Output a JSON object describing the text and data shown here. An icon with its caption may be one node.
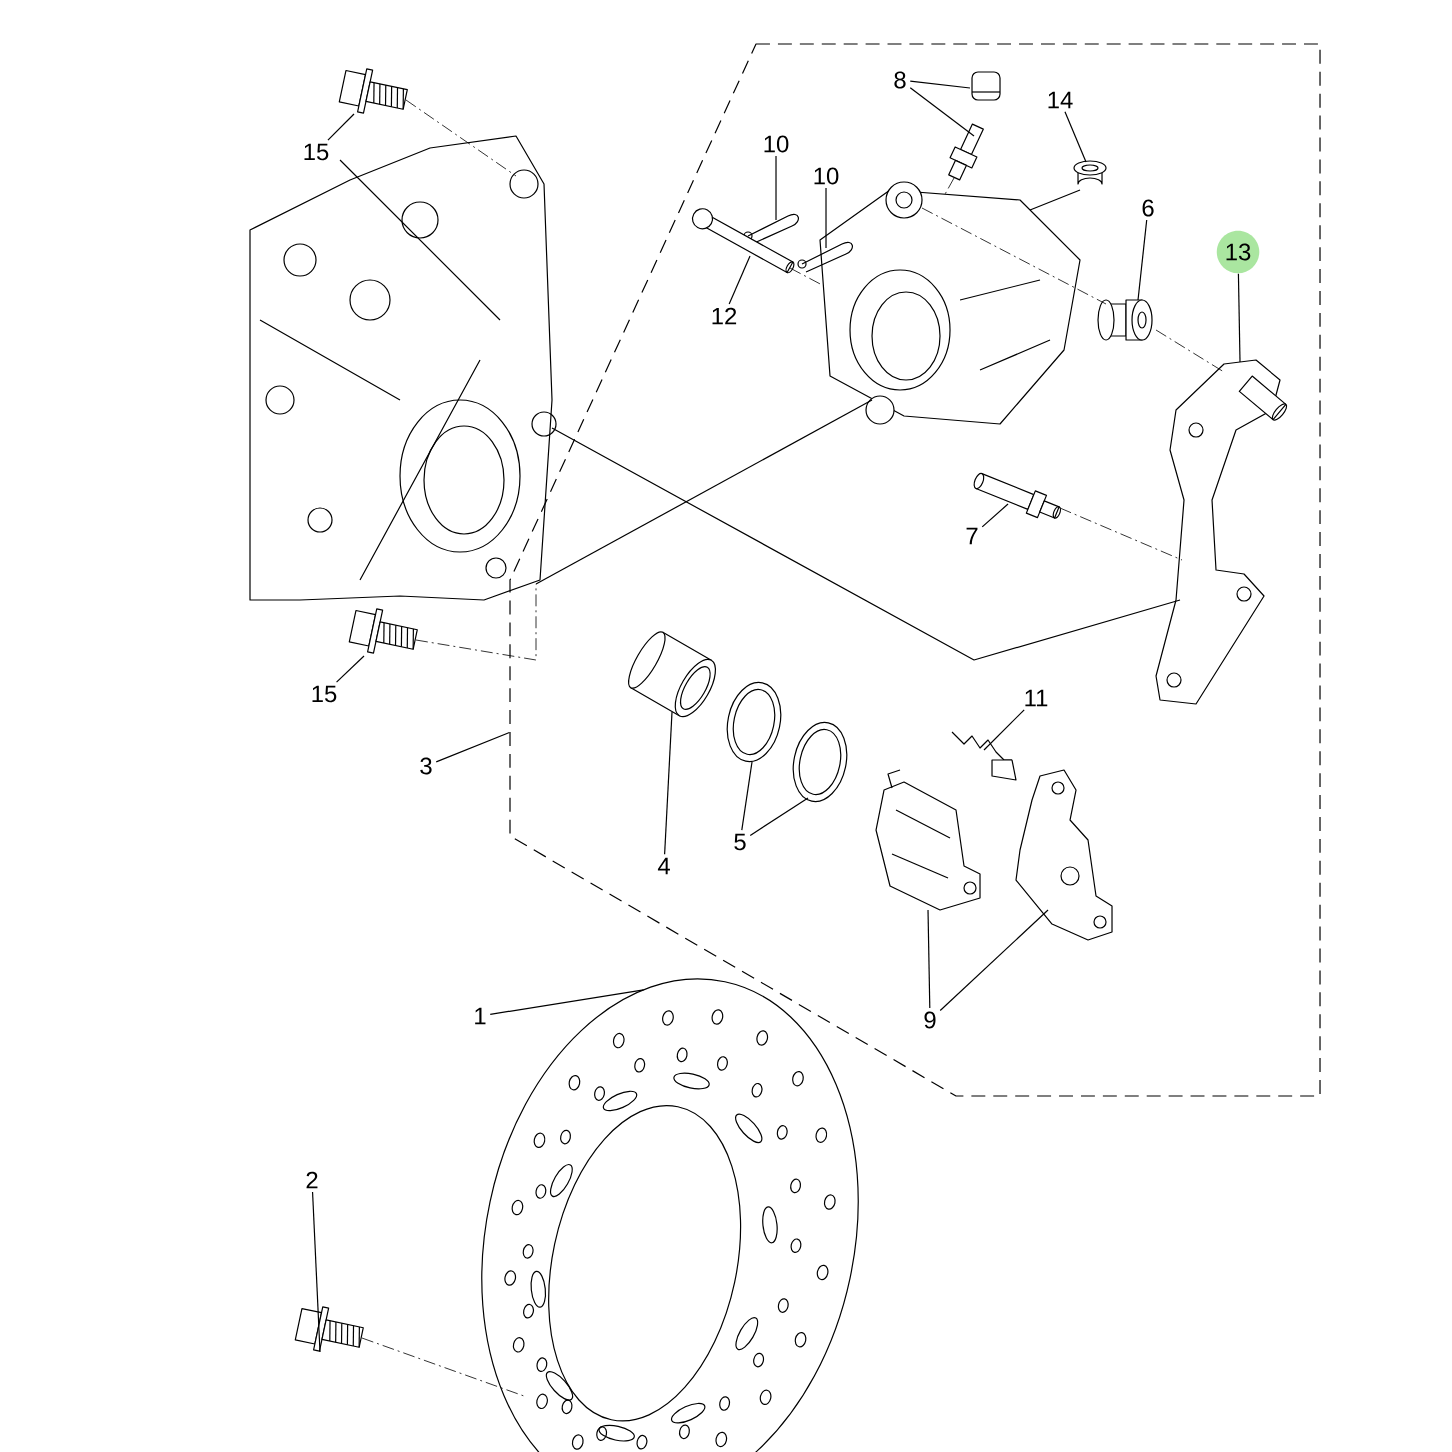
{
  "diagram": {
    "nodes": [
      {
        "text": [
          "15"
        ]
      },
      {
        "text": [],
        "shape": "picture"
      },
      {
        "text": [
          "15"
        ]
      },
      {
        "text": [],
        "shape": "picture"
      },
      {
        "text": [],
        "shape": "box"
      },
      {
        "text": [
          "8"
        ],
        "in": 4
      },
      {
        "text": [],
        "shape": "picture",
        "in": 4
      },
      {
        "text": [],
        "shape": "picture",
        "in": 4
      },
      {
        "text": [
          "14"
        ],
        "in": 4
      },
      {
        "text": [],
        "shape": "cylinder",
        "in": 4
      },
      {
        "text": [
          "10"
        ],
        "in": 4
      },
      {
        "text": [],
        "shape": "picture",
        "in": 4
      },
      {
        "text": [
          "10"
        ],
        "in": 4
      },
      {
        "text": [],
        "shape": "picture",
        "in": 4
      },
      {
        "text": [
          "12"
        ],
        "in": 4
      },
      {
        "text": [],
        "shape": "picture",
        "in": 4
      },
      {
        "text": [
          "6"
        ],
        "in": 4
      },
      {
        "text": [],
        "shape": "cylinder",
        "in": 4
      },
      {
        "text": [
          "13"
        ],
        "in": 4
      },
      {
        "text": [],
        "shape": "picture",
        "in": 4
      },
      {
        "text": [
          "7"
        ],
        "in": 4
      },
      {
        "text": [],
        "shape": "picture",
        "in": 4
      },
      {
        "text": [
          "3"
        ]
      },
      {
        "text": [
          "4"
        ],
        "in": 4
      },
      {
        "text": [],
        "shape": "picture",
        "in": 4
      },
      {
        "text": [
          "5"
        ],
        "in": 4
      },
      {
        "text": [],
        "shape": "picture",
        "in": 4
      },
      {
        "text": [],
        "shape": "picture",
        "in": 4
      },
      {
        "text": [
          "11"
        ],
        "in": 4
      },
      {
        "text": [],
        "shape": "picture",
        "in": 4
      },
      {
        "text": [
          "9"
        ],
        "in": 4
      },
      {
        "text": [],
        "shape": "picture",
        "in": 4
      },
      {
        "text": [],
        "shape": "picture",
        "in": 4
      },
      {
        "text": [
          "1"
        ]
      },
      {
        "text": [],
        "shape": "picture"
      },
      {
        "text": [
          "2"
        ]
      },
      {
        "text": [],
        "shape": "picture"
      },
      {
        "text": [],
        "shape": "picture"
      },
      {
        "text": [],
        "shape": "picture",
        "in": 4
      }
    ],
    "edges": [
      {
        "from": 0,
        "to": 1,
        "arrow": "none"
      },
      {
        "from": 2,
        "to": 3,
        "arrow": "none"
      },
      {
        "from": 5,
        "to": 6,
        "arrow": "none"
      },
      {
        "from": 5,
        "to": 7,
        "arrow": "none"
      },
      {
        "from": 8,
        "to": 9,
        "arrow": "none"
      },
      {
        "from": 10,
        "to": 11,
        "arrow": "none"
      },
      {
        "from": 12,
        "to": 13,
        "arrow": "none"
      },
      {
        "from": 14,
        "to": 15,
        "arrow": "none"
      },
      {
        "from": 16,
        "to": 17,
        "arrow": "none"
      },
      {
        "from": 18,
        "to": 19,
        "arrow": "none"
      },
      {
        "from": 20,
        "to": 21,
        "arrow": "none"
      },
      {
        "from": 22,
        "to": 4,
        "arrow": "none"
      },
      {
        "from": 23,
        "to": 24,
        "arrow": "none"
      },
      {
        "from": 25,
        "to": 26,
        "arrow": "none"
      },
      {
        "from": 25,
        "to": 27,
        "arrow": "none"
      },
      {
        "from": 28,
        "to": 29,
        "arrow": "none"
      },
      {
        "from": 30,
        "to": 31,
        "arrow": "none"
      },
      {
        "from": 30,
        "to": 32,
        "arrow": "none"
      },
      {
        "from": 33,
        "to": 34,
        "arrow": "none"
      },
      {
        "from": 35,
        "to": 36,
        "arrow": "none"
      },
      {
        "from": 1,
        "to": 37,
        "arrow": "none",
        "style": "dashed"
      },
      {
        "from": 3,
        "to": 37,
        "arrow": "none",
        "style": "dashed"
      },
      {
        "from": 37,
        "to": 19,
        "arrow": "none"
      },
      {
        "from": 37,
        "to": 38,
        "arrow": "none"
      },
      {
        "from": 38,
        "to": 17,
        "arrow": "none",
        "style": "dashed"
      },
      {
        "from": 17,
        "to": 19,
        "arrow": "none",
        "style": "dashed"
      },
      {
        "from": 21,
        "to": 19,
        "arrow": "none",
        "style": "dashed"
      },
      {
        "from": 9,
        "to": 38,
        "arrow": "none"
      },
      {
        "from": 7,
        "to": 38,
        "arrow": "none",
        "style": "dashed"
      },
      {
        "from": 15,
        "to": 38,
        "arrow": "none",
        "style": "dashed"
      },
      {
        "from": 36,
        "to": 34,
        "arrow": "none",
        "style": "dashed"
      }
    ]
  }
}
